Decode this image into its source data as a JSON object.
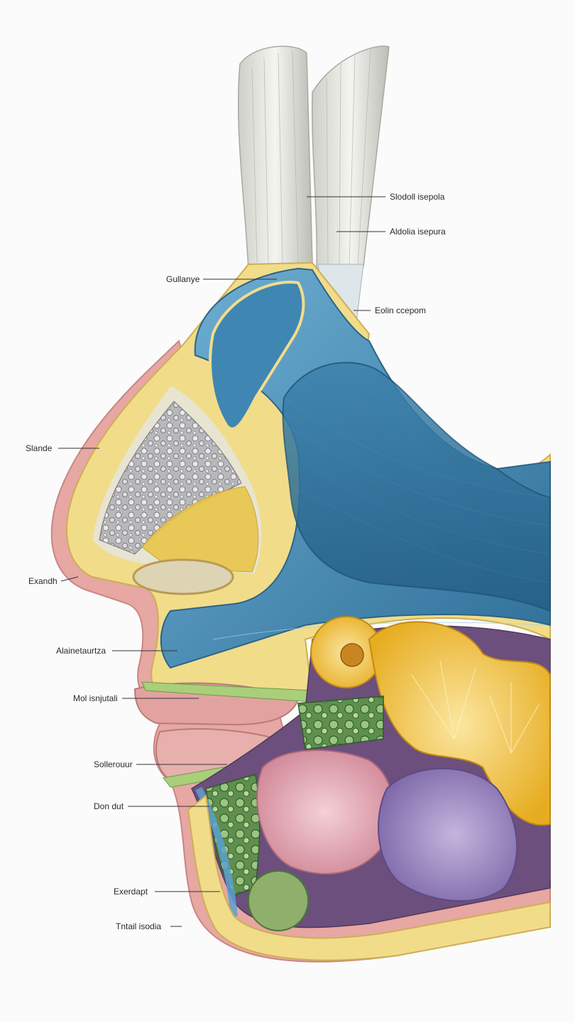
{
  "figure": {
    "labels": {
      "sheath_upper": "Slodoll isepola",
      "sheath_lower": "Aldolia isepura",
      "top_left": "Gullanye",
      "right_fan": "Eolin ccepom",
      "bridge": "Slande",
      "tip": "Exandh",
      "lower_nose": "Alainetaurtza",
      "upper_lip": "Mol isnjutali",
      "lower_lip": "Sollerouur",
      "chin_upper": "Don dut",
      "chin_mid": "Exerdapt",
      "chin_low": "Tntail isodia"
    }
  },
  "colors": {
    "background": "#fbfbfb",
    "membrane_blue": "#4f93bd",
    "deep_blue": "#2f6f98",
    "bone_yellow": "#f1dc8a",
    "skin_pink": "#e7a7a2",
    "lip_pink": "#e2a3a0",
    "sponge_gray": "#a9a9ad",
    "fungus_yellow": "#efbd34",
    "purple_tissue": "#8f7ab8",
    "pink_tissue": "#dc98a5",
    "green_tissue": "#8fb06c",
    "sheath_white": "#e6e6e2"
  }
}
